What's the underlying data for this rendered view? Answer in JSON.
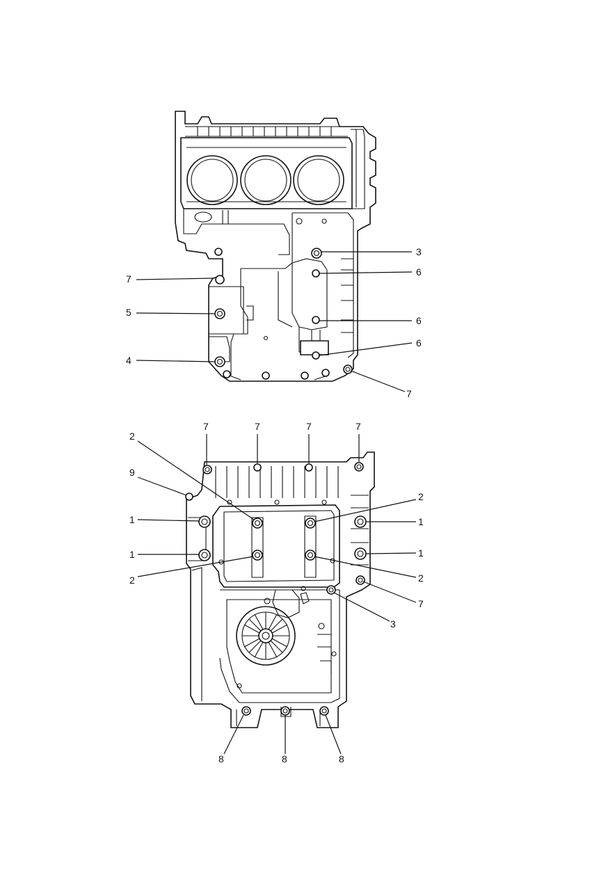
{
  "figure": {
    "top_view": {
      "callouts": [
        "3",
        "6",
        "6",
        "6",
        "7",
        "7",
        "5",
        "4"
      ]
    },
    "bottom_view": {
      "callouts": [
        "7",
        "7",
        "7",
        "7",
        "2",
        "9",
        "1",
        "1",
        "2",
        "2",
        "1",
        "1",
        "2",
        "7",
        "3",
        "8",
        "8",
        "8"
      ]
    }
  }
}
